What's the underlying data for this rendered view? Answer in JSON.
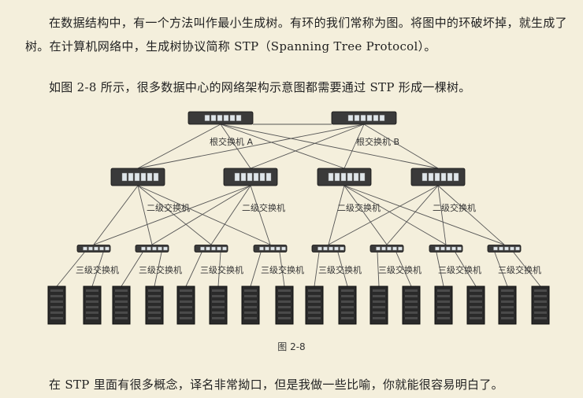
{
  "paragraphs": {
    "p1": "在数据结构中，有一个方法叫作最小生成树。有环的我们常称为图。将图中的环破坏掉，就生成了树。在计算机网络中，生成树协议简称 STP（Spanning Tree Protocol）。",
    "p2": "如图 2-8 所示，很多数据中心的网络架构示意图都需要通过 STP 形成一棵树。",
    "p3": "在 STP 里面有很多概念，译名非常拗口，但是我做一些比喻，你就能很容易明白了。"
  },
  "figure": {
    "caption": "图 2-8",
    "root_labels": [
      "根交换机 A",
      "根交换机 B"
    ],
    "level2_label": "二级交换机",
    "level3_label": "三级交换机"
  }
}
